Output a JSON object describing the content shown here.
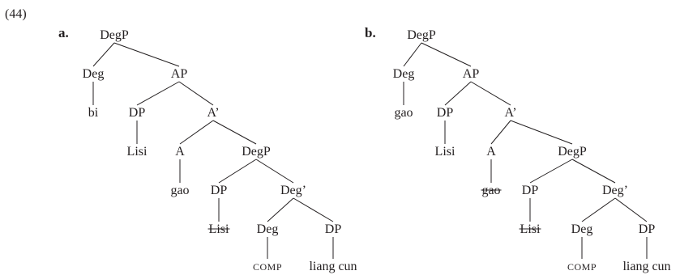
{
  "example_number": "(44)",
  "trees": [
    {
      "label": "a.",
      "nodes": [
        {
          "id": "n0",
          "text": "DegP",
          "parent": null,
          "strike": false,
          "smallcaps": false
        },
        {
          "id": "n1",
          "text": "Deg",
          "parent": "n0",
          "strike": false,
          "smallcaps": false
        },
        {
          "id": "n2",
          "text": "bi",
          "parent": "n1",
          "strike": false,
          "smallcaps": false
        },
        {
          "id": "n3",
          "text": "AP",
          "parent": "n0",
          "strike": false,
          "smallcaps": false
        },
        {
          "id": "n4",
          "text": "DP",
          "parent": "n3",
          "strike": false,
          "smallcaps": false
        },
        {
          "id": "n5",
          "text": "Lisi",
          "parent": "n4",
          "strike": false,
          "smallcaps": false
        },
        {
          "id": "n6",
          "text": "A’",
          "parent": "n3",
          "strike": false,
          "smallcaps": false
        },
        {
          "id": "n7",
          "text": "A",
          "parent": "n6",
          "strike": false,
          "smallcaps": false
        },
        {
          "id": "n8",
          "text": "gao",
          "parent": "n7",
          "strike": false,
          "smallcaps": false
        },
        {
          "id": "n9",
          "text": "DegP",
          "parent": "n6",
          "strike": false,
          "smallcaps": false
        },
        {
          "id": "n10",
          "text": "DP",
          "parent": "n9",
          "strike": false,
          "smallcaps": false
        },
        {
          "id": "n11",
          "text": "Lisi",
          "parent": "n10",
          "strike": true,
          "smallcaps": false
        },
        {
          "id": "n12",
          "text": "Deg’",
          "parent": "n9",
          "strike": false,
          "smallcaps": false
        },
        {
          "id": "n13",
          "text": "Deg",
          "parent": "n12",
          "strike": false,
          "smallcaps": false
        },
        {
          "id": "n14",
          "text": "COMP",
          "parent": "n13",
          "strike": false,
          "smallcaps": true
        },
        {
          "id": "n15",
          "text": "DP",
          "parent": "n12",
          "strike": false,
          "smallcaps": false
        },
        {
          "id": "n16",
          "text": "liang cun",
          "parent": "n15",
          "strike": false,
          "smallcaps": false
        }
      ]
    },
    {
      "label": "b.",
      "nodes": [
        {
          "id": "n0",
          "text": "DegP",
          "parent": null,
          "strike": false,
          "smallcaps": false
        },
        {
          "id": "n1",
          "text": "Deg",
          "parent": "n0",
          "strike": false,
          "smallcaps": false
        },
        {
          "id": "n2",
          "text": "gao",
          "parent": "n1",
          "strike": false,
          "smallcaps": false
        },
        {
          "id": "n3",
          "text": "AP",
          "parent": "n0",
          "strike": false,
          "smallcaps": false
        },
        {
          "id": "n4",
          "text": "DP",
          "parent": "n3",
          "strike": false,
          "smallcaps": false
        },
        {
          "id": "n5",
          "text": "Lisi",
          "parent": "n4",
          "strike": false,
          "smallcaps": false
        },
        {
          "id": "n6",
          "text": "A’",
          "parent": "n3",
          "strike": false,
          "smallcaps": false
        },
        {
          "id": "n7",
          "text": "A",
          "parent": "n6",
          "strike": false,
          "smallcaps": false
        },
        {
          "id": "n8",
          "text": "gao",
          "parent": "n7",
          "strike": true,
          "smallcaps": false
        },
        {
          "id": "n9",
          "text": "DegP",
          "parent": "n6",
          "strike": false,
          "smallcaps": false
        },
        {
          "id": "n10",
          "text": "DP",
          "parent": "n9",
          "strike": false,
          "smallcaps": false
        },
        {
          "id": "n11",
          "text": "Lisi",
          "parent": "n10",
          "strike": true,
          "smallcaps": false
        },
        {
          "id": "n12",
          "text": "Deg’",
          "parent": "n9",
          "strike": false,
          "smallcaps": false
        },
        {
          "id": "n13",
          "text": "Deg",
          "parent": "n12",
          "strike": false,
          "smallcaps": false
        },
        {
          "id": "n14",
          "text": "COMP",
          "parent": "n13",
          "strike": false,
          "smallcaps": true
        },
        {
          "id": "n15",
          "text": "DP",
          "parent": "n12",
          "strike": false,
          "smallcaps": false
        },
        {
          "id": "n16",
          "text": "liang cun",
          "parent": "n15",
          "strike": false,
          "smallcaps": false
        }
      ]
    }
  ]
}
